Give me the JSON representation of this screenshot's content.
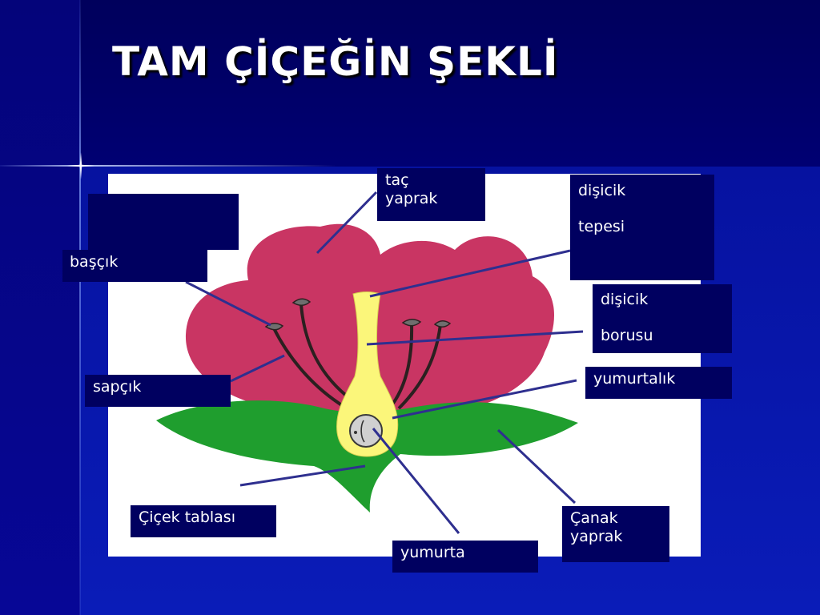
{
  "slide": {
    "title": "TAM ÇİÇEĞİN ŞEKLİ"
  },
  "labels": {
    "tac_yaprak": [
      "taç",
      "yaprak"
    ],
    "disicik_tepesi": [
      "dişicik",
      "tepesi"
    ],
    "bascik": "başçık",
    "disicik_borusu": [
      "dişicik",
      "borusu"
    ],
    "yumurtalik": "yumurtalık",
    "sapcik": "sapçık",
    "cicek_tablasi": "Çiçek tablası",
    "yumurta": "yumurta",
    "canak_yaprak": [
      "Çanak",
      "yaprak"
    ]
  },
  "colors": {
    "background": "#00005a",
    "label_box": "#000060",
    "petal": "#c93563",
    "sepal": "#1f9e2e",
    "pistil": "#fbf67a",
    "leader_line": "#2e2f8f"
  }
}
